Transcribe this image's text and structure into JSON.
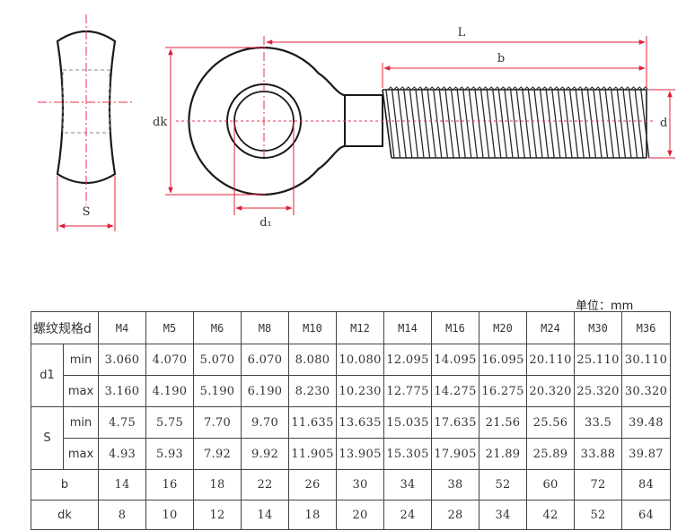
{
  "diagram": {
    "labels": {
      "S": "S",
      "dk": "dk",
      "L": "L",
      "b": "b",
      "d": "d",
      "d1": "d₁"
    }
  },
  "unit_label": "单位：mm",
  "table": {
    "header_label": "螺纹规格d",
    "sizes": [
      "M4",
      "M5",
      "M6",
      "M8",
      "M10",
      "M12",
      "M14",
      "M16",
      "M20",
      "M24",
      "M30",
      "M36"
    ],
    "d1": {
      "label": "d1",
      "min_label": "min",
      "max_label": "max",
      "min": [
        "3.060",
        "4.070",
        "5.070",
        "6.070",
        "8.080",
        "10.080",
        "12.095",
        "14.095",
        "16.095",
        "20.110",
        "25.110",
        "30.110"
      ],
      "max": [
        "3.160",
        "4.190",
        "5.190",
        "6.190",
        "8.230",
        "10.230",
        "12.775",
        "14.275",
        "16.275",
        "20.320",
        "25.320",
        "30.320"
      ]
    },
    "S": {
      "label": "S",
      "min_label": "min",
      "max_label": "max",
      "min": [
        "4.75",
        "5.75",
        "7.70",
        "9.70",
        "11.635",
        "13.635",
        "15.035",
        "17.635",
        "21.56",
        "25.56",
        "33.5",
        "39.48"
      ],
      "max": [
        "4.93",
        "5.93",
        "7.92",
        "9.92",
        "11.905",
        "13.905",
        "15.305",
        "17.905",
        "21.89",
        "25.89",
        "33.88",
        "39.87"
      ]
    },
    "b": {
      "label": "b",
      "values": [
        "14",
        "16",
        "18",
        "22",
        "26",
        "30",
        "34",
        "38",
        "52",
        "60",
        "72",
        "84"
      ]
    },
    "dk": {
      "label": "dk",
      "values": [
        "8",
        "10",
        "12",
        "14",
        "18",
        "20",
        "24",
        "28",
        "34",
        "42",
        "52",
        "64"
      ]
    }
  },
  "colors": {
    "outline": "#1a1a1a",
    "dimension": "#e0203a",
    "centerline": "#e83050"
  }
}
